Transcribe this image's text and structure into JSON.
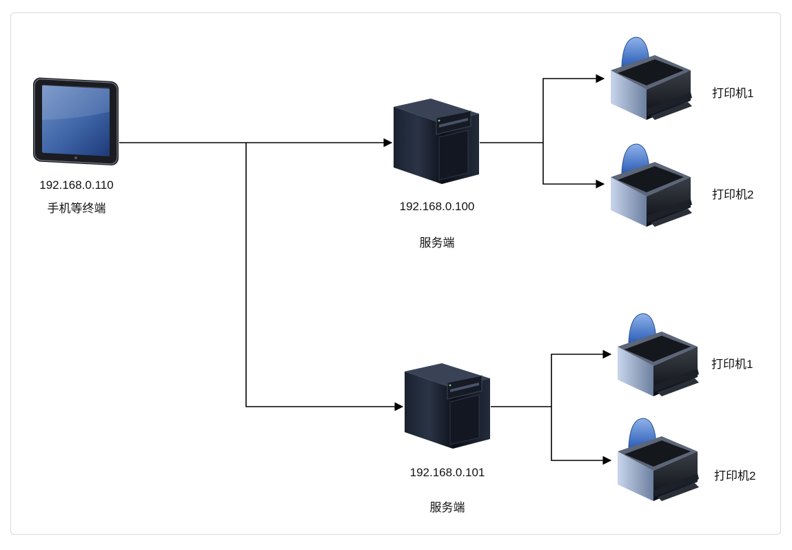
{
  "client": {
    "ip": "192.168.0.110",
    "name": "手机等终端",
    "icon": "tablet-icon"
  },
  "servers": [
    {
      "ip": "192.168.0.100",
      "name": "服务端",
      "icon": "server-tower-icon",
      "printers": [
        {
          "name": "打印机1",
          "icon": "printer-icon"
        },
        {
          "name": "打印机2",
          "icon": "printer-icon"
        }
      ]
    },
    {
      "ip": "192.168.0.101",
      "name": "服务端",
      "icon": "server-tower-icon",
      "printers": [
        {
          "name": "打印机1",
          "icon": "printer-icon"
        },
        {
          "name": "打印机2",
          "icon": "printer-icon"
        }
      ]
    }
  ]
}
